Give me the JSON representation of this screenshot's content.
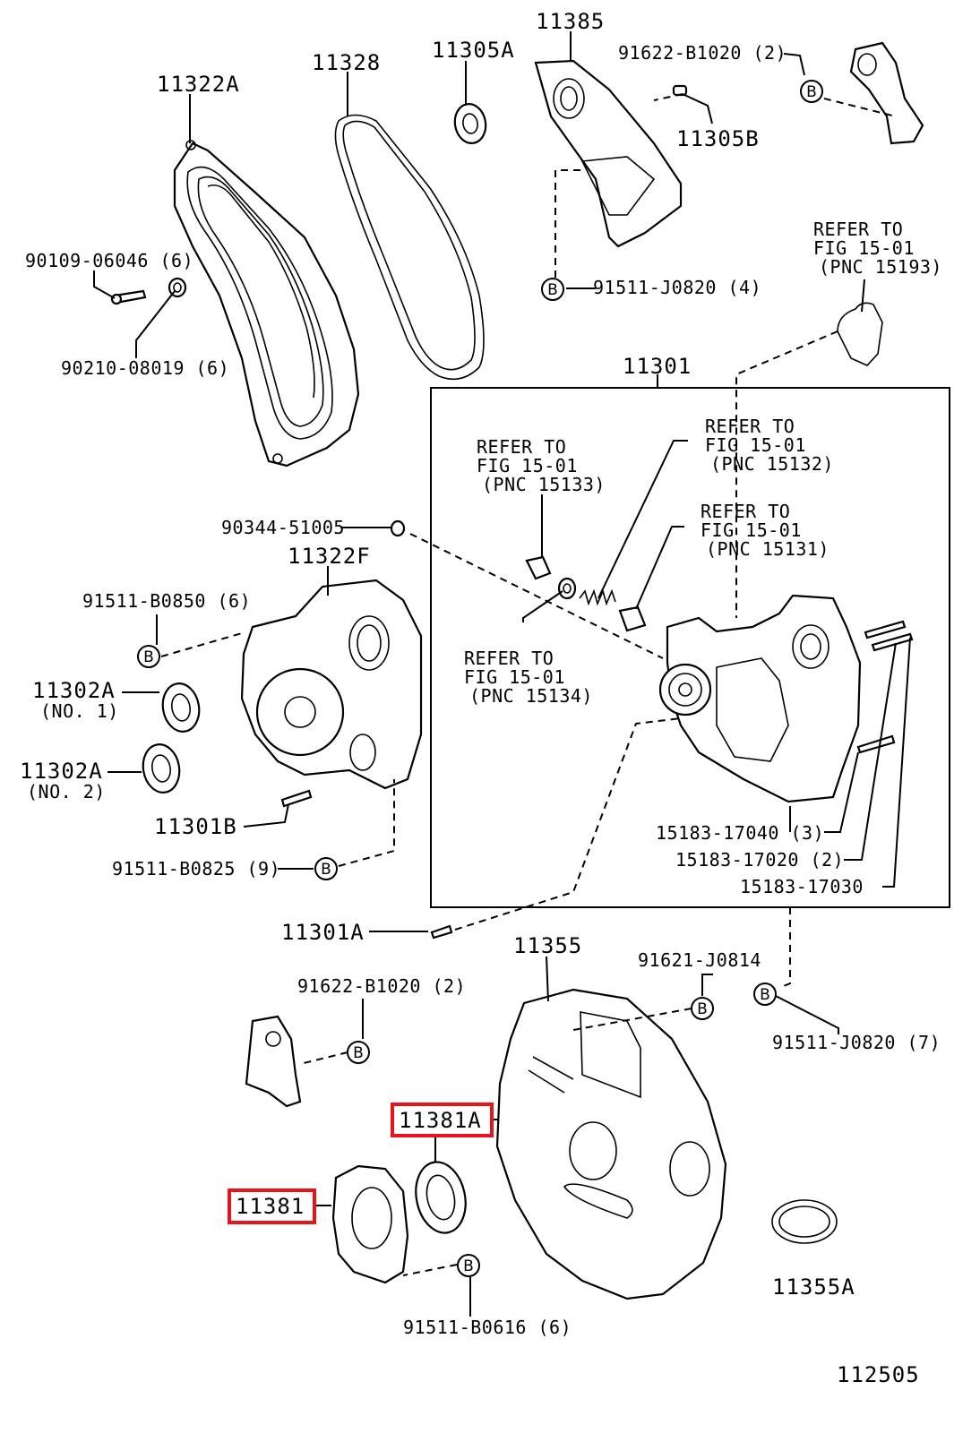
{
  "labels": {
    "p11385": "11385",
    "p11328": "11328",
    "p11305A": "11305A",
    "p11322A": "11322A",
    "p91622_top": "91622-B1020 (2)",
    "p11305B": "11305B",
    "p90109": "90109-06046 (6)",
    "p90210": "90210-08019 (6)",
    "p91511_J0820_4": "91511-J0820 (4)",
    "ref_15193": [
      "REFER TO",
      "FIG 15-01",
      "(PNC 15193)"
    ],
    "p11301": "11301",
    "ref_15132": [
      "REFER TO",
      "FIG 15-01",
      "(PNC 15132)"
    ],
    "ref_15133": [
      "REFER TO",
      "FIG 15-01",
      "(PNC 15133)"
    ],
    "ref_15131": [
      "REFER TO",
      "FIG 15-01",
      "(PNC 15131)"
    ],
    "ref_15134": [
      "REFER TO",
      "FIG 15-01",
      "(PNC 15134)"
    ],
    "p90344": "90344-51005",
    "p11322F": "11322F",
    "p91511_B0850": "91511-B0850 (6)",
    "p11302A_1": [
      "11302A",
      "(NO. 1)"
    ],
    "p11302A_2": [
      "11302A",
      "(NO. 2)"
    ],
    "p11301B": "11301B",
    "p91511_B0825": "91511-B0825 (9)",
    "p15183_17040": "15183-17040 (3)",
    "p15183_17020": "15183-17020 (2)",
    "p15183_17030": "15183-17030",
    "p11301A": "11301A",
    "p11355": "11355",
    "p91621": "91621-J0814",
    "p91622_bottom": "91622-B1020 (2)",
    "p91511_J0820_7": "91511-J0820 (7)",
    "p11381A": "11381A",
    "p11381": "11381",
    "p91511_B0616": "91511-B0616 (6)",
    "p11355A": "11355A",
    "figure_id": "112505"
  },
  "b_marker": "B",
  "highlight_color": "#e8141b"
}
